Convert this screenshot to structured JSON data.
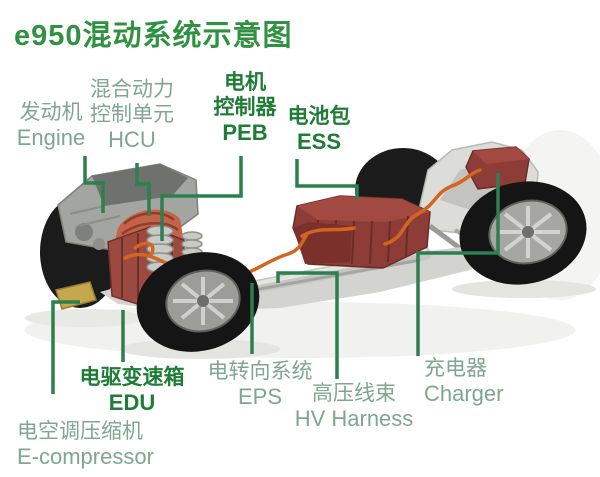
{
  "title": "e950混动系统示意图",
  "colors": {
    "title_green": "#2f9240",
    "emphasис_label_green": "#1e7c36",
    "light_label_green": "#7fa690",
    "leader_line_green": "#2c7f4e",
    "cable_orange": "#d4641f",
    "component_red": "#8e3c37",
    "background": "#ffffff"
  },
  "labels": {
    "engine": {
      "line1": "发动机",
      "line2": "Engine"
    },
    "hcu": {
      "line1": "混合动力",
      "line2": "控制单元",
      "line3": "HCU"
    },
    "peb": {
      "line1": "电机",
      "line2": "控制器",
      "line3": "PEB"
    },
    "ess": {
      "line1": "电池包",
      "line2": "ESS"
    },
    "edu": {
      "line1": "电驱变速箱",
      "line2": "EDU"
    },
    "eps": {
      "line1": "电转向系统",
      "line2": "EPS"
    },
    "e_compressor": {
      "line1": "电空调压缩机",
      "line2": "E-compressor"
    },
    "hv_harness": {
      "line1": "高压线束",
      "line2": "HV Harness"
    },
    "charger": {
      "line1": "充电器",
      "line2": "Charger"
    }
  }
}
